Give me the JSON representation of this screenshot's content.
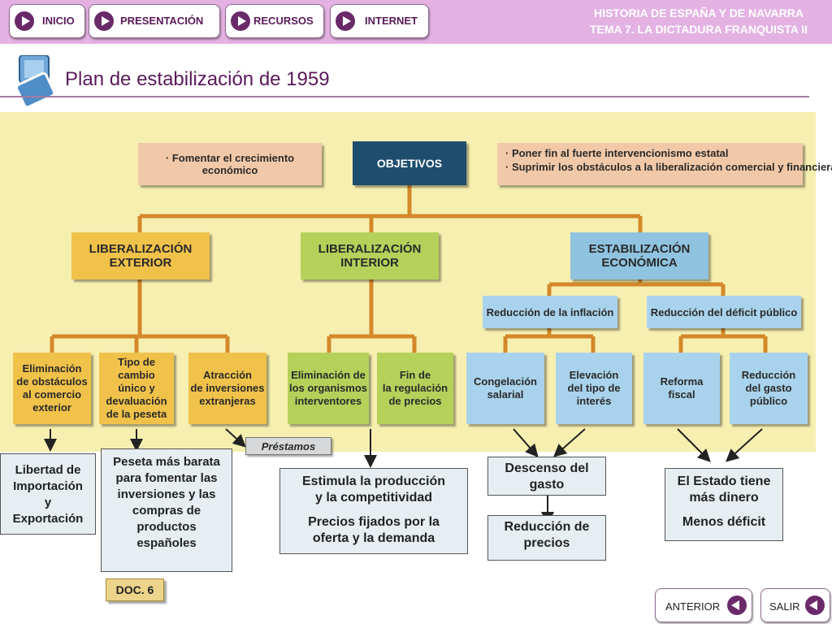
{
  "nav": {
    "inicio": "INICIO",
    "presentacion": "PRESENTACIÓN",
    "recursos": "RECURSOS",
    "internet": "INTERNET"
  },
  "header": {
    "line1": "HISTORIA DE ESPAÑA Y DE NAVARRA",
    "line2": "TEMA 7. LA DICTADURA FRANQUISTA II"
  },
  "page_title": "Plan de estabilización de 1959",
  "diagram": {
    "fomentar": "· Fomentar el crecimiento económico",
    "objetivos": "OBJETIVOS",
    "poner_fin": "· Poner fin al fuerte intervencionismo estatal",
    "suprimir": "· Suprimir los obstáculos a la liberalización comercial y financiera",
    "lib_exterior": "LIBERALIZACIÓN\nEXTERIOR",
    "lib_interior": "LIBERALIZACIÓN\nINTERIOR",
    "estabilizacion": "ESTABILIZACIÓN\nECONÓMICA",
    "red_inflacion": "Reducción de la inflación",
    "red_deficit": "Reducción del déficit público",
    "eliminacion_obstaculos": "Eliminación\nde obstáculos\nal comercio\nexterior",
    "tipo_cambio": "Tipo de cambio\núnico y\ndevaluación\nde la peseta",
    "atraccion": "Atracción\nde inversiones\nextranjeras",
    "eliminacion_organismos": "Eliminación de\nlos organismos\ninterventores",
    "fin_regulacion": "Fin de\nla regulación\nde precios",
    "congelacion": "Congelación\nsalarial",
    "elevacion": "Elevación\ndel tipo de\ninterés",
    "reforma": "Reforma\nfiscal",
    "reduccion_gasto": "Reducción\ndel gasto\npúblico",
    "prestamos": "Préstamos"
  },
  "cards": {
    "libertad": "Libertad de\nImportación\ny\nExportación",
    "peseta": "Peseta más barata\npara fomentar las\ninversiones y las\ncompras  de\nproductos\nespañoles",
    "estimula": "Estimula la producción\ny la competitividad",
    "precios": "Precios fijados por la\noferta y la demanda",
    "descenso": "Descenso del\ngasto",
    "reduccion_precios": "Reducción de\nprecios",
    "estado": "El Estado tiene\nmás dinero",
    "menos": "Menos déficit"
  },
  "doc_label": "DOC. 6",
  "footer": {
    "anterior": "ANTERIOR",
    "salir": "SALIR"
  },
  "colors": {
    "header_bg": "#e3b2e3",
    "accent": "#6a2a6a",
    "diagram_bg": "#f6efb0",
    "connector": "#d4882a",
    "objetivos": "#1f4d6e",
    "yellow_box": "#f0c24a",
    "green_box": "#b5d15a",
    "blue_box": "#8fc3e0",
    "card_bg": "#e7eef2"
  }
}
